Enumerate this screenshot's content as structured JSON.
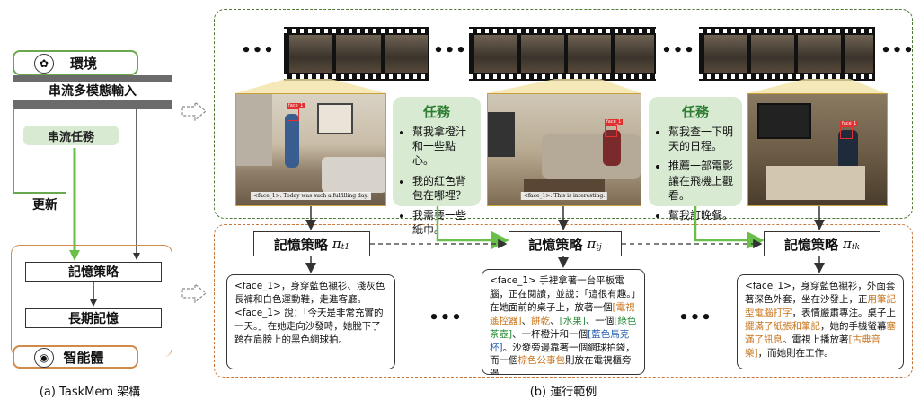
{
  "left": {
    "env_label": "環境",
    "stream_input_label": "串流多模態輸入",
    "stream_task_label": "串流任務",
    "update_label": "更新",
    "memory_policy_label": "記憶策略",
    "long_term_memory_label": "長期記憶",
    "agent_label": "智能體",
    "caption": "(a) TaskMem 架構"
  },
  "right": {
    "caption": "(b) 運行範例",
    "ellipsis": "•••",
    "scenes": [
      {
        "face_tag": "face_1",
        "subtitle": "<face_1>: Today was such a fulfilling day."
      },
      {
        "face_tag": "face_1",
        "subtitle": "<face_1>: This is interesting."
      },
      {
        "face_tag": "face_1",
        "subtitle": ""
      }
    ],
    "tasks": [
      {
        "title": "任務",
        "items": [
          "幫我拿橙汁和一些點心。",
          "我的紅色背包在哪裡？",
          "我需要一些紙巾。"
        ]
      },
      {
        "title": "任務",
        "items": [
          "幫我查一下明天的日程。",
          "推薦一部電影讓在飛機上觀看。",
          "幫我訂晚餐。"
        ]
      }
    ],
    "policies": [
      {
        "label": "記憶策略",
        "pi": "π",
        "sub": "t1"
      },
      {
        "label": "記憶策略",
        "pi": "π",
        "sub": "tj"
      },
      {
        "label": "記憶策略",
        "pi": "π",
        "sub": "tk"
      }
    ],
    "memories": [
      {
        "p1": "<face_1>，身穿藍色襯衫、淺灰色長褲和白色運動鞋，走進客廳。",
        "p2": "<face_1> 說：「今天是非常充實的一天。」在她走向沙發時，她脫下了跨在肩膀上的黑色網球拍。"
      },
      {
        "a": "<face_1> 手裡拿著一台平板電腦，正在閱讀，並說：「這很有趣。」在她面前的桌子上，放著一個",
        "hl1": "[電視遙控器]",
        "b": "、",
        "hl2": "餅乾",
        "c": "、",
        "hl3": "[水果]",
        "d": "、一個",
        "hl4": "[綠色茶壺]",
        "e": "、一杯橙汁和一個",
        "hl5": "[藍色馬克杯]",
        "f": "。沙發旁邊靠著一個網球拍袋，而一個",
        "hl6": "棕色公事包",
        "g": "則放在電視櫃旁邊。"
      },
      {
        "a": "<face_1>，身穿藍色襯衫，外面套著深色外套，坐在沙發上，正",
        "hl1": "用筆記型電腦打字",
        "b": "，表情嚴肅專注。桌子上",
        "hl2": "擺滿了紙張和筆記",
        "c": "，她的手機螢幕",
        "hl3": "塞滿了訊息",
        "d": "。電視上播放著",
        "hl4": "[古典音樂]",
        "e": "，而她則在工作。"
      }
    ]
  },
  "colors": {
    "green_dashed": "#4b7a34",
    "orange_dashed": "#c8763a",
    "green_arrow": "#6abf4b",
    "task_bg": "#d9ead3"
  }
}
